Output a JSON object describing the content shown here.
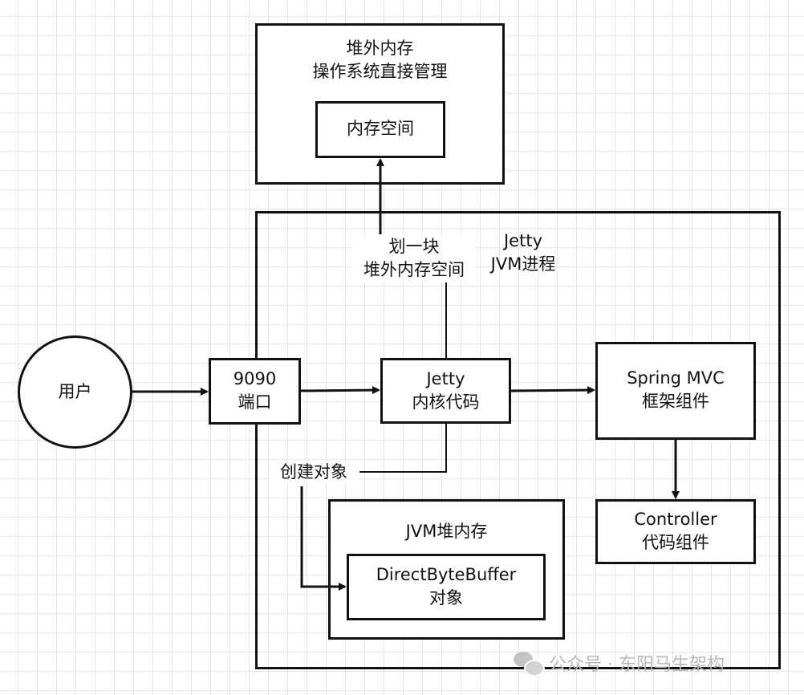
{
  "offheap": {
    "title_line1": "堆外内存",
    "title_line2": "操作系统直接管理",
    "space_label": "内存空间"
  },
  "jetty_process": {
    "line1": "Jetty",
    "line2": "JVM进程"
  },
  "allocate_label": {
    "line1": "划一块",
    "line2": "堆外内存空间"
  },
  "user": {
    "label": "用户"
  },
  "port": {
    "line1": "9090",
    "line2": "端口"
  },
  "jetty_core": {
    "line1": "Jetty",
    "line2": "内核代码"
  },
  "spring_mvc": {
    "line1": "Spring MVC",
    "line2": "框架组件"
  },
  "controller": {
    "line1": "Controller",
    "line2": "代码组件"
  },
  "create_object": {
    "label": "创建对象"
  },
  "jvm_heap": {
    "title": "JVM堆内存",
    "object_line1": "DirectByteBuffer",
    "object_line2": "对象"
  },
  "watermark": {
    "text": "公众号 · 东阳马生架构",
    "icon": "wechat-icon"
  }
}
